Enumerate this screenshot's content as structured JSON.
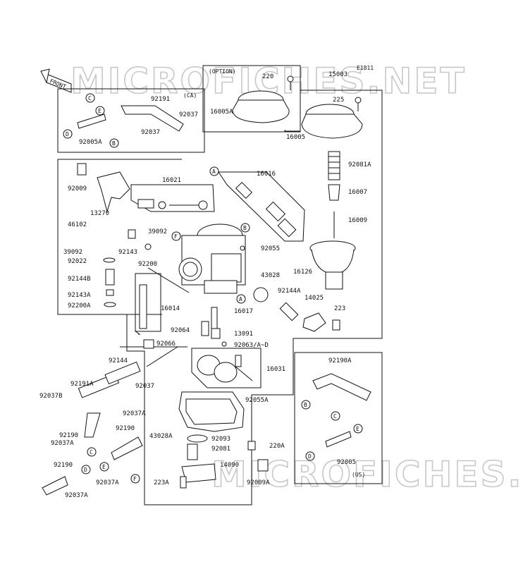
{
  "diagram_code": "E1811",
  "watermark": "MICROFICHES.NET",
  "option_label": "(OPTION)",
  "ca_label": "(CA)",
  "us_label": "(US)",
  "front_label": "FRONT",
  "part_labels": [
    "220",
    "15003",
    "16005A",
    "225",
    "16005",
    "92081A",
    "16007",
    "16009",
    "92191",
    "92037",
    "92037",
    "92005A",
    "16016",
    "16021",
    "92009",
    "13270",
    "46102",
    "39092",
    "39092",
    "92143",
    "92022",
    "92200",
    "92144B",
    "92143A",
    "92200A",
    "16014",
    "16017",
    "92055",
    "43028",
    "16126",
    "92144A",
    "14025",
    "223",
    "92064",
    "13091",
    "92066",
    "92063/A~D",
    "92144",
    "92037",
    "16031",
    "92191A",
    "92037B",
    "92037A",
    "92055A",
    "92190A",
    "92190",
    "92190",
    "92037A",
    "43028A",
    "92093",
    "92081",
    "220A",
    "92190",
    "92037A",
    "14090",
    "92009A",
    "223A",
    "92037A",
    "92005"
  ],
  "callout_letters": [
    "A",
    "B",
    "C",
    "D",
    "E",
    "F"
  ]
}
